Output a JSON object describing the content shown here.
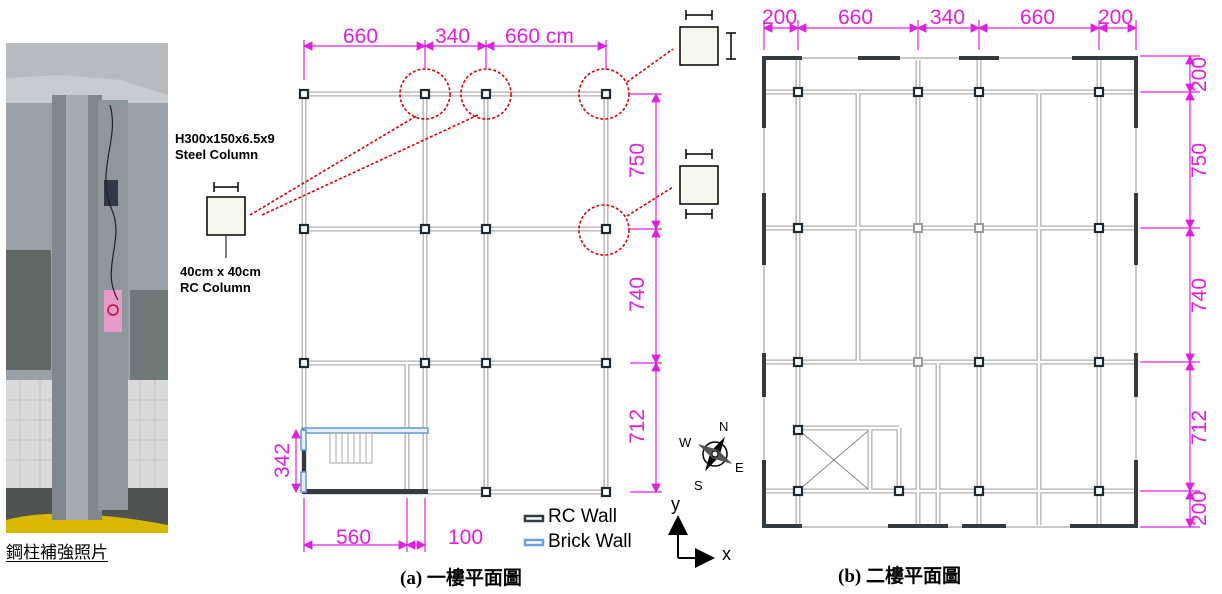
{
  "colors": {
    "dimension": "#e020e0",
    "beam": "#b0b0b0",
    "rc_wall": "#333a40",
    "brick_wall": "#6a9fd8",
    "callout": "#e00000"
  },
  "photo": {
    "caption": "鋼柱補強照片"
  },
  "floor1": {
    "dims_top": [
      "660",
      "340",
      "660 cm"
    ],
    "dims_right": [
      "750",
      "740",
      "712"
    ],
    "dims_bottom": [
      "560",
      "100"
    ],
    "dims_left": [
      "342"
    ],
    "steel_column_label": [
      "H300x150x6.5x9",
      "Steel Column"
    ],
    "rc_column_label": [
      "40cm x 40cm",
      "RC Column"
    ],
    "caption": "(a) 一樓平面圖"
  },
  "floor2": {
    "dims_top": [
      "200",
      "660",
      "340",
      "660",
      "200"
    ],
    "dims_right": [
      "200",
      "750",
      "740",
      "712",
      "200"
    ],
    "caption": "(b) 二樓平面圖"
  },
  "compass": {
    "n": "N",
    "s": "S",
    "e": "E",
    "w": "W"
  },
  "axes": {
    "x": "x",
    "y": "y"
  },
  "legend": {
    "rc_wall": "RC Wall",
    "brick_wall": "Brick  Wall"
  },
  "icons": [
    "compass-icon",
    "axis-arrows-icon"
  ]
}
